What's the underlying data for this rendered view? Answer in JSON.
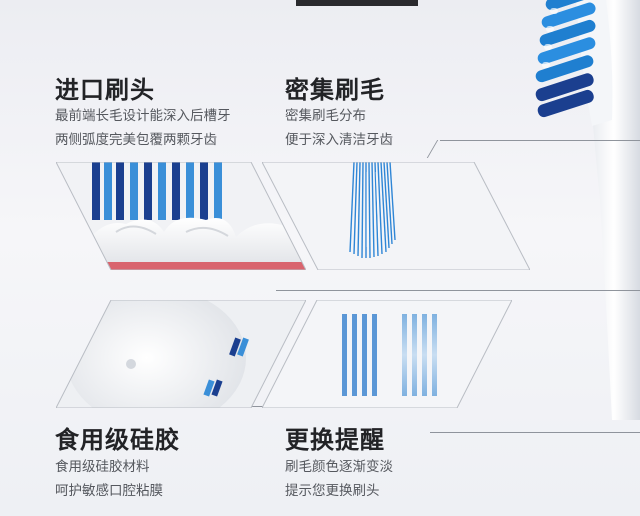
{
  "features": [
    {
      "title": "进口刷头",
      "lines": [
        "最前端长毛设计能深入后槽牙",
        "两侧弧度完美包覆两颗牙齿"
      ]
    },
    {
      "title": "密集刷毛",
      "lines": [
        "密集刷毛分布",
        "便于深入清洁牙齿"
      ]
    },
    {
      "title": "食用级硅胶",
      "lines": [
        "食用级硅胶材料",
        "呵护敏感口腔粘膜"
      ]
    },
    {
      "title": "更换提醒",
      "lines": [
        "刷毛颜色逐渐变淡",
        "提示您更换刷头"
      ]
    }
  ],
  "colors": {
    "bristle_blue": "#1f7fd0",
    "bristle_navy": "#1b3f8f",
    "gum_pink": "#d9646e",
    "text_dark": "#222326",
    "text_gray": "#55585e"
  }
}
